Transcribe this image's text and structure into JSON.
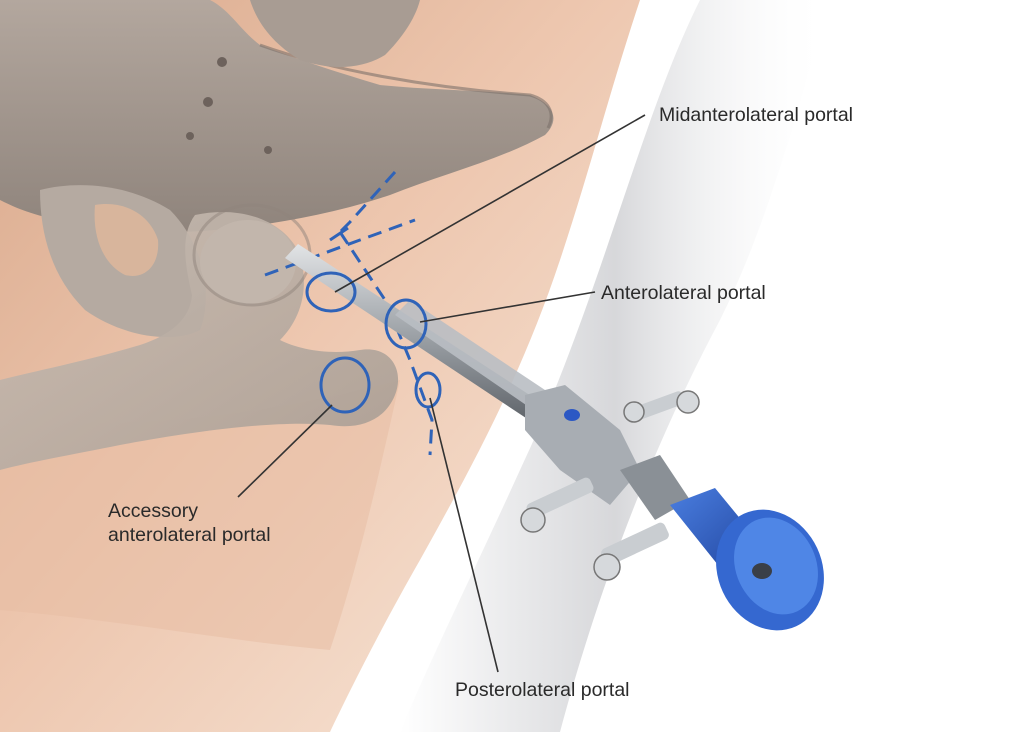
{
  "labels": {
    "midanterolateral": "Midanterolateral portal",
    "anterolateral": "Anterolateral portal",
    "accessory_line1": "Accessory",
    "accessory_line2": "anterolateral portal",
    "posterolateral": "Posterolateral portal"
  },
  "colors": {
    "skin": "#e9c3aa",
    "bone": "#9c9088",
    "marking": "#2f63b8",
    "scope_cap": "#2c58c4",
    "callout_line": "#333333",
    "text": "#2a2a2a"
  }
}
